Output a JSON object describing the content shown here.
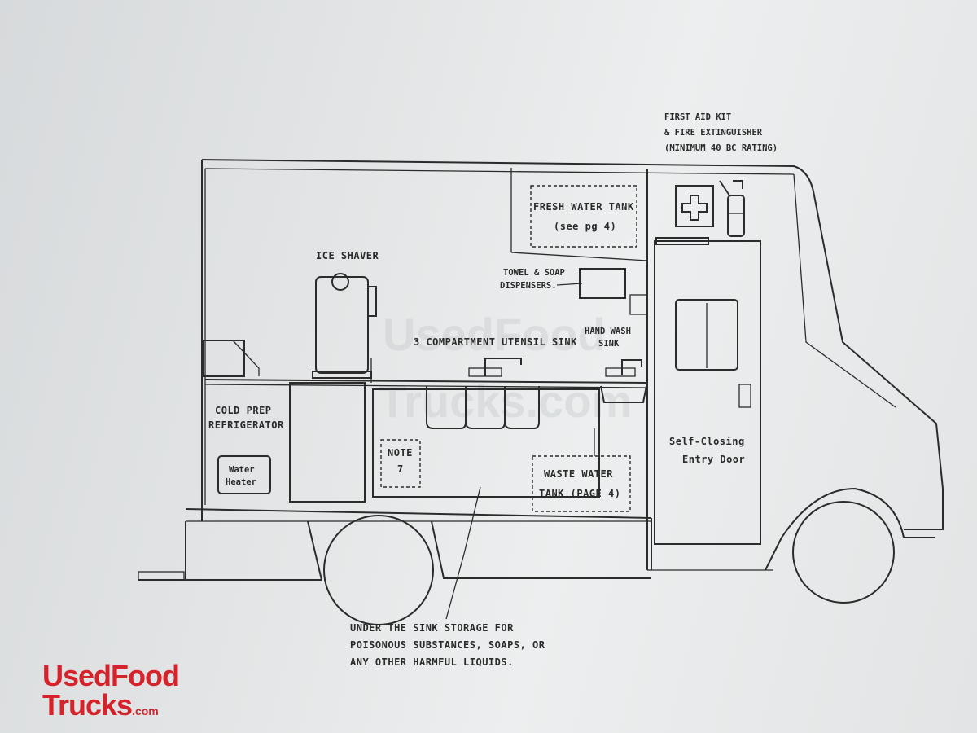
{
  "labels": {
    "first_aid_1": "FIRST AID KIT",
    "first_aid_2": "& FIRE EXTINGUISHER",
    "first_aid_3": "(MINIMUM 40 BC RATING)",
    "fresh_water_1": "FRESH WATER TANK",
    "fresh_water_2": "(see pg 4)",
    "ice_shaver": "ICE SHAVER",
    "towel_1": "TOWEL & SOAP",
    "towel_2": "DISPENSERS.",
    "utensil_sink": "3 COMPARTMENT UTENSIL SINK",
    "hand_wash_1": "HAND WASH",
    "hand_wash_2": "SINK",
    "cold_prep_1": "COLD PREP",
    "cold_prep_2": "REFRIGERATOR",
    "water_heater_1": "Water",
    "water_heater_2": "Heater",
    "note_1": "NOTE",
    "note_2": "7",
    "waste_1": "WASTE WATER",
    "waste_2": "TANK (PAGE 4)",
    "door_1": "Self-Closing",
    "door_2": "Entry Door",
    "under_1": "UNDER THE SINK STORAGE FOR",
    "under_2": "POISONOUS SUBSTANCES, SOAPS, OR",
    "under_3": "ANY OTHER HARMFUL LIQUIDS."
  },
  "watermark": {
    "line1": "UsedFood",
    "line2": "Trucks.com"
  },
  "logo": {
    "line1": "UsedFood",
    "line2": "Trucks",
    "suffix": ".com"
  },
  "colors": {
    "logo_red": "#d4232a",
    "ink": "#2b2b2b"
  }
}
